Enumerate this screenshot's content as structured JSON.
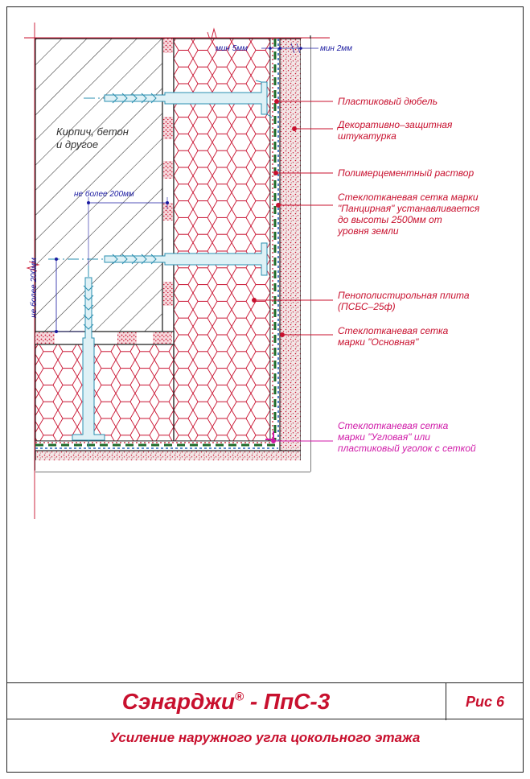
{
  "drawing": {
    "wall_label": "Кирпич, бетон\nи другое",
    "dim_min5": "мин 5мм",
    "dim_min2": "мин 2мм",
    "dim_spacing_h": "не более 200мм",
    "dim_spacing_v": "не более 200мм",
    "callouts": [
      "Пластиковый дюбель",
      "Декоративно–защитная\nштукатурка",
      "Полимерцементный раствор",
      "Стеклотканевая сетка марки\n\"Панцирная\" устанавливается\nдо высоты 2500мм от\nуровня земли",
      "Пенополистирольная плита\n(ПСБС–25ф)",
      "Стеклотканевая сетка\nмарки \"Основная\"",
      "Стеклотканевая сетка\nмарки \"Угловая\" или\nпластиковый уголок с сеткой"
    ]
  },
  "title_block": {
    "title_main": "Сэнарджи",
    "title_mark": "®",
    "title_code": " - ПпС-3",
    "figure": "Рис 6",
    "subtitle": "Усиление наружного угла цокольного этажа"
  },
  "colors": {
    "red": "#c8102e",
    "magenta": "#d01aa8",
    "dim_blue": "#1a1aa0",
    "mesh_green": "#1f6b2a",
    "hatch": "#333333"
  }
}
